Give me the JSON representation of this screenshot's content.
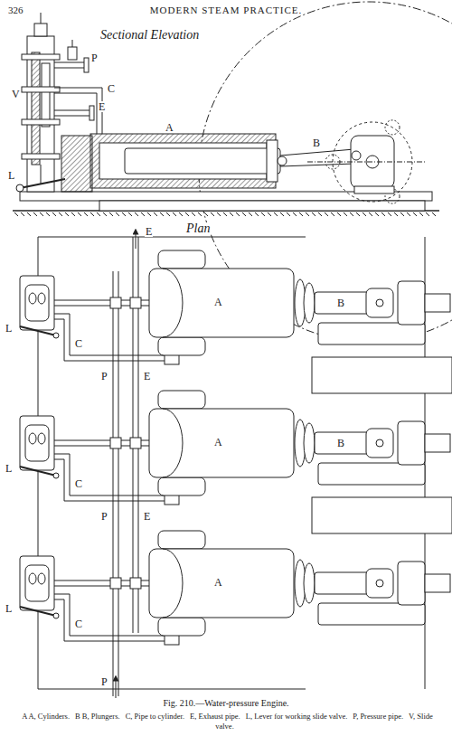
{
  "diagram": {
    "title": "MODERN STEAM PRACTICE.",
    "caption": "Fig. 210.—Water-pressure Engine.",
    "labels": [
      "326",
      "Sectional Elevation",
      "V",
      "P",
      "C",
      "E",
      "A",
      "B",
      "L",
      "Plan",
      "E",
      "L",
      "C",
      "A",
      "B",
      "P",
      "E",
      "L",
      "C",
      "A",
      "B",
      "P",
      "E",
      "L",
      "C",
      "A",
      "P",
      "A A, Cylinders.",
      "B B, Plungers.",
      "C, Pipe to cylinder.",
      "E, Exhaust pipe.",
      "L, Lever for working slide valve.",
      "P, Pressure pipe.",
      "V, Slide valve."
    ]
  }
}
